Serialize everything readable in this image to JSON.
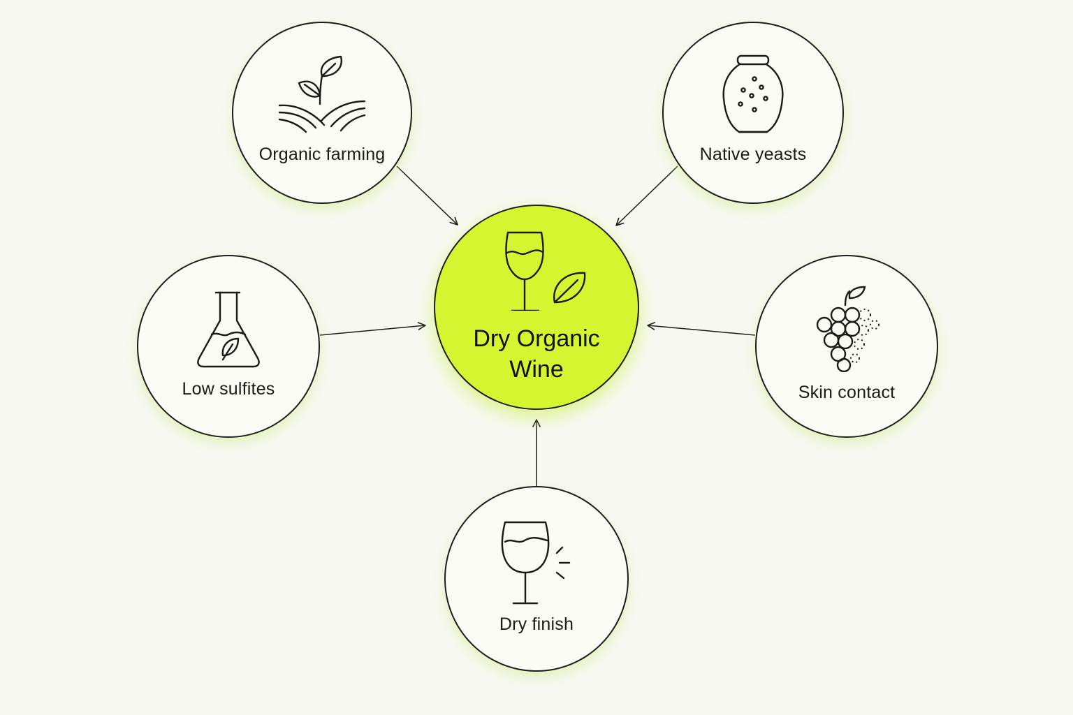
{
  "center": {
    "line1": "Dry Organic",
    "line2": "Wine",
    "icon": "wine-glass-leaf-icon",
    "color": "#d6f531"
  },
  "nodes": [
    {
      "id": "organic-farming",
      "label": "Organic farming",
      "icon": "sprout-field-icon"
    },
    {
      "id": "native-yeasts",
      "label": "Native yeasts",
      "icon": "yeast-jar-icon"
    },
    {
      "id": "low-sulfites",
      "label": "Low sulfites",
      "icon": "flask-leaf-icon"
    },
    {
      "id": "skin-contact",
      "label": "Skin contact",
      "icon": "grape-cluster-icon"
    },
    {
      "id": "dry-finish",
      "label": "Dry finish",
      "icon": "wine-glass-icon"
    }
  ],
  "colors": {
    "background": "#f7f8f2",
    "accent": "#d6f531",
    "stroke": "#1d1d1d"
  }
}
